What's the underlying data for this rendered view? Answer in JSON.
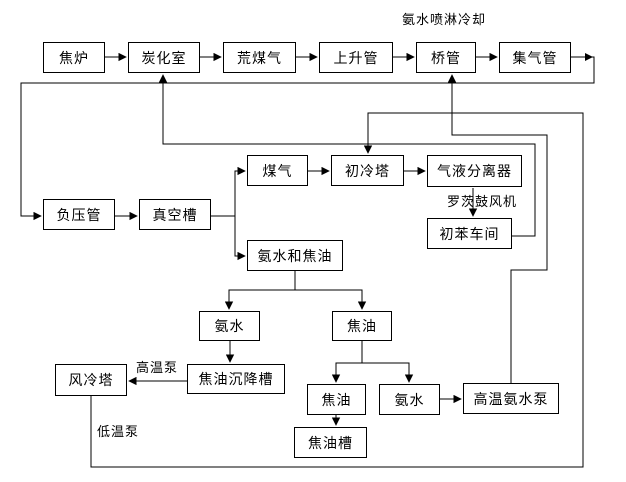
{
  "diagram": {
    "description": "coking-plant-gas-and-ammonia-tar-flowchart",
    "colors": {
      "line": "#000000",
      "box_border": "#000000",
      "box_background": "#ffffff",
      "page_background": "#ffffff",
      "text": "#000000"
    },
    "nodes": [
      {
        "id": "coke-oven",
        "label": "焦炉"
      },
      {
        "id": "carbonization-chamber",
        "label": "炭化室"
      },
      {
        "id": "raw-coke-gas",
        "label": "荒煤气"
      },
      {
        "id": "ascension-pipe",
        "label": "上升管"
      },
      {
        "id": "bridge-pipe",
        "label": "桥管"
      },
      {
        "id": "gas-collecting-main",
        "label": "集气管"
      },
      {
        "id": "coal-gas",
        "label": "煤气"
      },
      {
        "id": "primary-cooling-tower",
        "label": "初冷塔"
      },
      {
        "id": "gas-liquid-separator",
        "label": "气液分离器"
      },
      {
        "id": "crude-benzene-workshop",
        "label": "初苯车间"
      },
      {
        "id": "negative-pressure-pipe",
        "label": "负压管"
      },
      {
        "id": "vacuum-tank",
        "label": "真空槽"
      },
      {
        "id": "ammonia-and-tar",
        "label": "氨水和焦油"
      },
      {
        "id": "ammonia-water-1",
        "label": "氨水"
      },
      {
        "id": "tar-1",
        "label": "焦油"
      },
      {
        "id": "air-cooling-tower",
        "label": "风冷塔"
      },
      {
        "id": "tar-settling-tank",
        "label": "焦油沉降槽"
      },
      {
        "id": "tar-2",
        "label": "焦油"
      },
      {
        "id": "ammonia-water-2",
        "label": "氨水"
      },
      {
        "id": "high-temp-ammonia-pump",
        "label": "高温氨水泵"
      },
      {
        "id": "tar-tank",
        "label": "焦油槽"
      }
    ],
    "edge_labels": {
      "ammonia_spray_cooling": "氨水喷淋冷却",
      "roots_blower": "罗茨鼓风机",
      "high_temp_pump": "高温泵",
      "low_temp_pump": "低温泵"
    }
  }
}
